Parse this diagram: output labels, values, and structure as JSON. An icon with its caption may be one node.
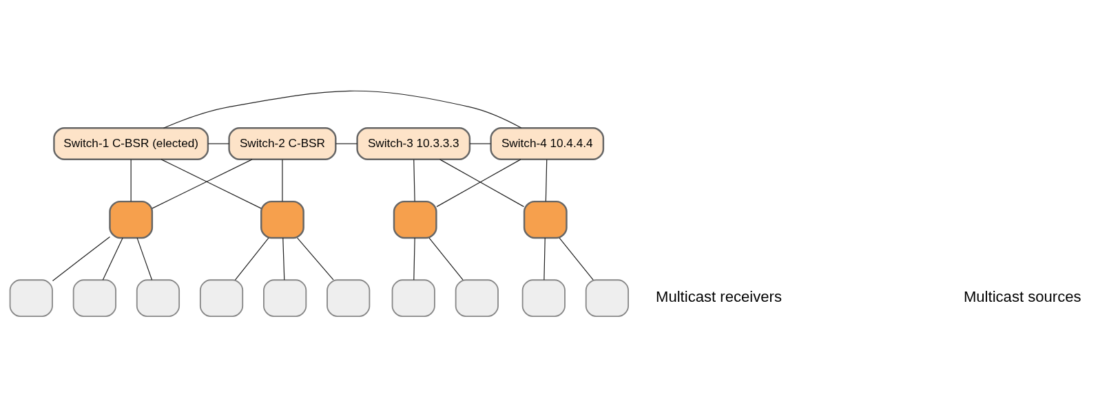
{
  "diagram": {
    "nodes": [
      {
        "text": [
          "Switch-1 C-BSR (elected)"
        ]
      },
      {
        "text": [
          "Switch-2 C-BSR"
        ]
      },
      {
        "text": [
          "Switch-3 10.3.3.3"
        ]
      },
      {
        "text": [
          "Switch-4 10.4.4.4"
        ]
      },
      {
        "text": [],
        "shape": "box"
      },
      {
        "text": [],
        "shape": "box"
      },
      {
        "text": [],
        "shape": "box"
      },
      {
        "text": [],
        "shape": "box"
      },
      {
        "text": [],
        "shape": "box"
      },
      {
        "text": [],
        "shape": "box"
      },
      {
        "text": [],
        "shape": "box"
      },
      {
        "text": [],
        "shape": "box"
      },
      {
        "text": [],
        "shape": "box"
      },
      {
        "text": [],
        "shape": "box"
      },
      {
        "text": [],
        "shape": "box"
      },
      {
        "text": [],
        "shape": "box"
      },
      {
        "text": [],
        "shape": "box"
      },
      {
        "text": [],
        "shape": "box"
      }
    ],
    "edges": [
      {
        "from": 0,
        "to": 1,
        "arrow": "none"
      },
      {
        "from": 1,
        "to": 2,
        "arrow": "none"
      },
      {
        "from": 2,
        "to": 3,
        "arrow": "none"
      },
      {
        "from": 0,
        "to": 3,
        "arrow": "none"
      },
      {
        "from": 0,
        "to": 4,
        "arrow": "none"
      },
      {
        "from": 0,
        "to": 5,
        "arrow": "none"
      },
      {
        "from": 1,
        "to": 4,
        "arrow": "none"
      },
      {
        "from": 1,
        "to": 5,
        "arrow": "none"
      },
      {
        "from": 2,
        "to": 6,
        "arrow": "none"
      },
      {
        "from": 2,
        "to": 7,
        "arrow": "none"
      },
      {
        "from": 3,
        "to": 6,
        "arrow": "none"
      },
      {
        "from": 3,
        "to": 7,
        "arrow": "none"
      },
      {
        "from": 4,
        "to": 8,
        "arrow": "none"
      },
      {
        "from": 4,
        "to": 9,
        "arrow": "none"
      },
      {
        "from": 4,
        "to": 10,
        "arrow": "none"
      },
      {
        "from": 5,
        "to": 11,
        "arrow": "none"
      },
      {
        "from": 5,
        "to": 12,
        "arrow": "none"
      },
      {
        "from": 5,
        "to": 13,
        "arrow": "none"
      },
      {
        "from": 6,
        "to": 14,
        "arrow": "none"
      },
      {
        "from": 6,
        "to": 15,
        "arrow": "none"
      },
      {
        "from": 7,
        "to": 16,
        "arrow": "none"
      },
      {
        "from": 7,
        "to": 17,
        "arrow": "none"
      }
    ],
    "labels": [
      "Multicast receivers",
      "Multicast sources"
    ]
  }
}
